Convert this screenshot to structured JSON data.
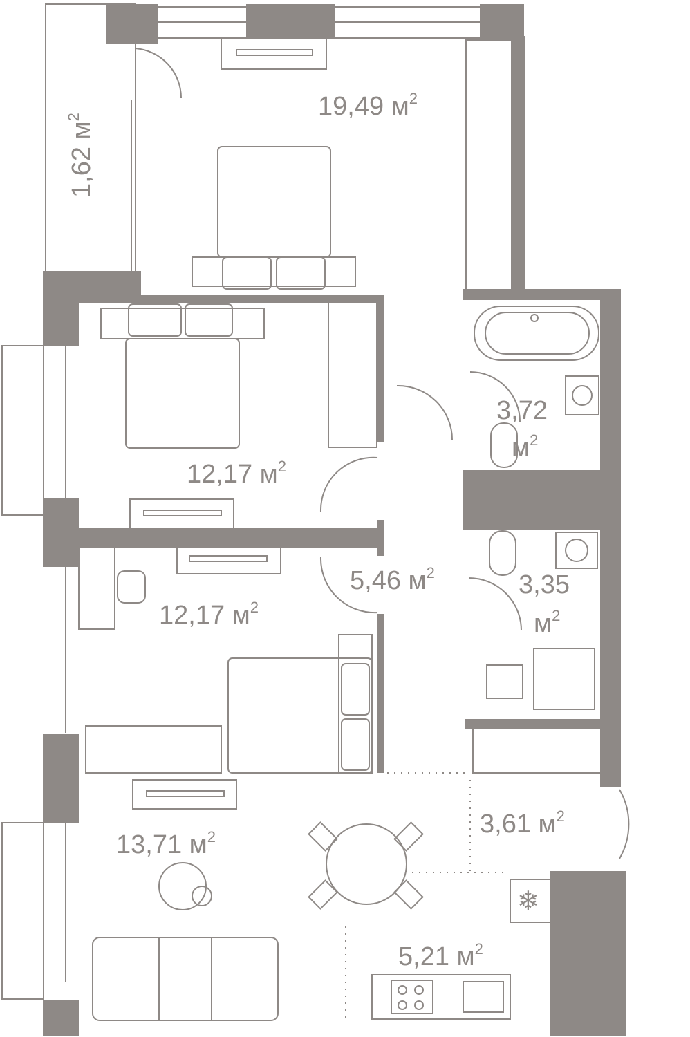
{
  "plan": {
    "colors": {
      "wall": "#8e8986",
      "line": "#8e8986",
      "background": "#ffffff"
    },
    "rooms": [
      {
        "id": "master-bedroom",
        "area": "19,49 м",
        "unit_sup": "2"
      },
      {
        "id": "loggia",
        "area": "1,62 м",
        "unit_sup": "2"
      },
      {
        "id": "bedroom-1",
        "area": "12,17 м",
        "unit_sup": "2"
      },
      {
        "id": "bedroom-2",
        "area": "12,17 м",
        "unit_sup": "2"
      },
      {
        "id": "corridor",
        "area": "5,46 м",
        "unit_sup": "2"
      },
      {
        "id": "bathroom",
        "area": "3,72",
        "area_line2": "м",
        "unit_sup": "2"
      },
      {
        "id": "shower-room",
        "area": "3,35",
        "area_line2": "м",
        "unit_sup": "2"
      },
      {
        "id": "entrance-hall",
        "area": "3,61 м",
        "unit_sup": "2"
      },
      {
        "id": "living-room",
        "area": "13,71 м",
        "unit_sup": "2"
      },
      {
        "id": "kitchen",
        "area": "5,21 м",
        "unit_sup": "2"
      }
    ],
    "icons": [
      "snowflake-icon",
      "bathtub-icon",
      "toilet-icon",
      "sink-icon",
      "stove-icon",
      "bed-icon",
      "sofa-icon",
      "dining-table-icon"
    ]
  }
}
